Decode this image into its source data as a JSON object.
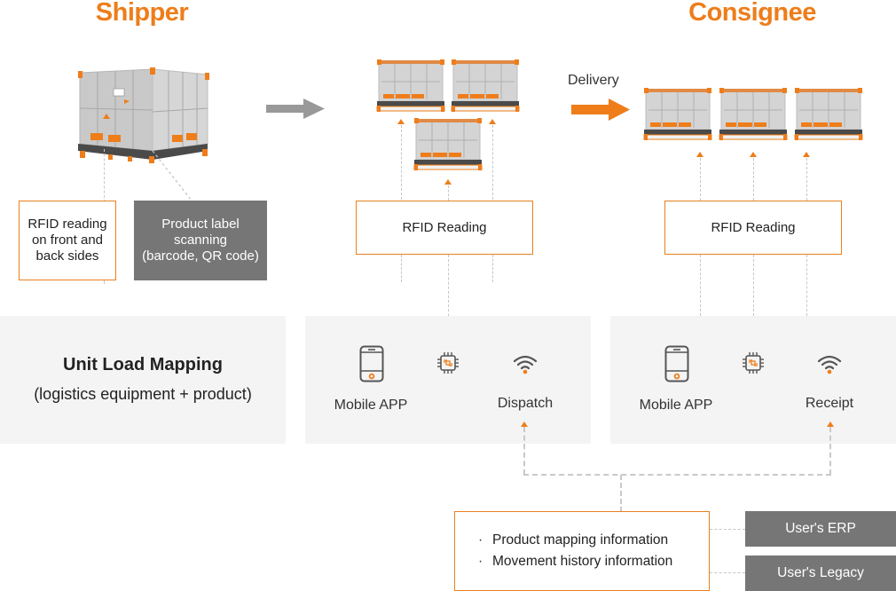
{
  "titles": {
    "shipper": "Shipper",
    "consignee": "Consignee"
  },
  "shipper": {
    "rfid_box": "RFID reading on front and back sides",
    "label_box_line1": "Product label",
    "label_box_line2": "scanning",
    "label_box_line3": "(barcode, QR code)",
    "rfid_box_line1": "RFID reading",
    "rfid_box_line2": "on front and",
    "rfid_box_line3": "back sides",
    "panel_title": "Unit Load Mapping",
    "panel_subtitle": "(logistics equipment + product)"
  },
  "dispatch_stage": {
    "rfid_label": "RFID Reading",
    "mobile_label": "Mobile APP",
    "status_label": "Dispatch",
    "icons": [
      "mobile-phone-icon",
      "rfid-chip-icon",
      "wifi-icon"
    ]
  },
  "delivery": {
    "label": "Delivery"
  },
  "receipt_stage": {
    "rfid_label": "RFID Reading",
    "mobile_label": "Mobile APP",
    "status_label": "Receipt",
    "icons": [
      "mobile-phone-icon",
      "rfid-chip-icon",
      "wifi-icon"
    ]
  },
  "info_box": {
    "items": [
      "Product mapping information",
      "Movement history information"
    ],
    "bullet": "·"
  },
  "systems": {
    "erp": "User's ERP",
    "legacy": "User's Legacy"
  },
  "colors": {
    "accent": "#ee7d1a",
    "panel": "#f4f4f4",
    "dark_box": "#767676",
    "gray_arrow": "#999999"
  }
}
